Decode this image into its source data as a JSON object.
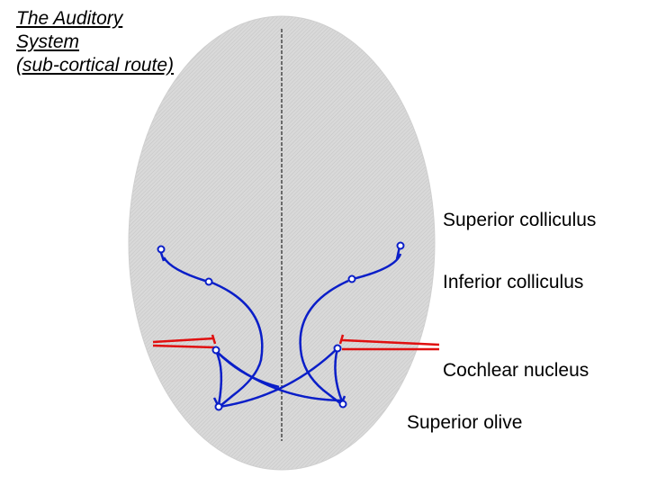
{
  "title": {
    "line1": "The Auditory",
    "line2": "System",
    "line3": "(sub-cortical route)"
  },
  "labels": {
    "superior_colliculus": "Superior colliculus",
    "inferior_colliculus": "Inferior colliculus",
    "cochlear_nucleus": "Cochlear nucleus",
    "superior_olive": "Superior olive"
  },
  "colors": {
    "brain": "#d4d4d4",
    "pathway": "#0a1ec8",
    "auditory_nerve": "#e01010",
    "midline": "#000000"
  }
}
